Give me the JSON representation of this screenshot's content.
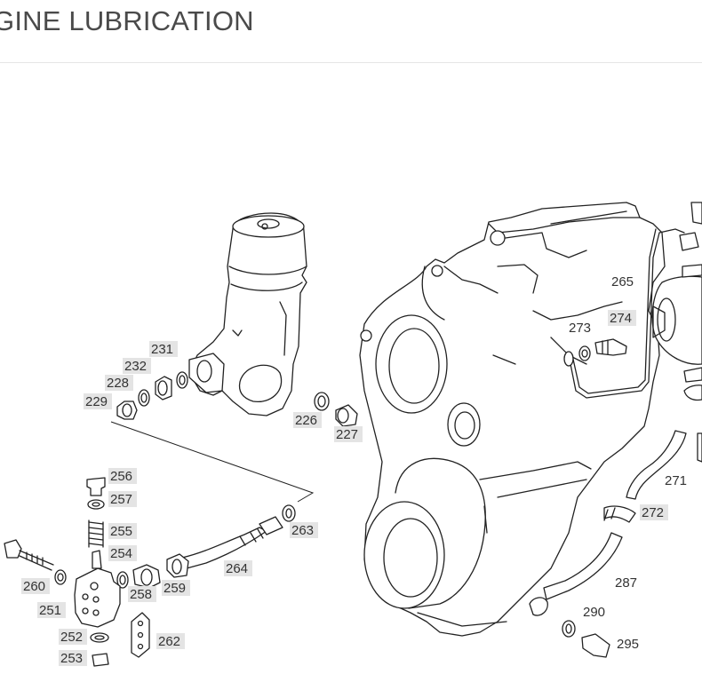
{
  "page": {
    "title": "GINE LUBRICATION"
  },
  "callouts": [
    {
      "id": "c231",
      "text": "231",
      "highlighted": true
    },
    {
      "id": "c232",
      "text": "232",
      "highlighted": true
    },
    {
      "id": "c228",
      "text": "228",
      "highlighted": true
    },
    {
      "id": "c229",
      "text": "229",
      "highlighted": true
    },
    {
      "id": "c226",
      "text": "226",
      "highlighted": true
    },
    {
      "id": "c227",
      "text": "227",
      "highlighted": true
    },
    {
      "id": "c256",
      "text": "256",
      "highlighted": true
    },
    {
      "id": "c257",
      "text": "257",
      "highlighted": true
    },
    {
      "id": "c255",
      "text": "255",
      "highlighted": true
    },
    {
      "id": "c254",
      "text": "254",
      "highlighted": true
    },
    {
      "id": "c260",
      "text": "260",
      "highlighted": true
    },
    {
      "id": "c258",
      "text": "258",
      "highlighted": true
    },
    {
      "id": "c259",
      "text": "259",
      "highlighted": true
    },
    {
      "id": "c251",
      "text": "251",
      "highlighted": true
    },
    {
      "id": "c252",
      "text": "252",
      "highlighted": true
    },
    {
      "id": "c262",
      "text": "262",
      "highlighted": true
    },
    {
      "id": "c253",
      "text": "253",
      "highlighted": true
    },
    {
      "id": "c263",
      "text": "263",
      "highlighted": true
    },
    {
      "id": "c264",
      "text": "264",
      "highlighted": true
    },
    {
      "id": "c265",
      "text": "265",
      "highlighted": false
    },
    {
      "id": "c273",
      "text": "273",
      "highlighted": false
    },
    {
      "id": "c274",
      "text": "274",
      "highlighted": true
    },
    {
      "id": "c271",
      "text": "271",
      "highlighted": false
    },
    {
      "id": "c272",
      "text": "272",
      "highlighted": true
    },
    {
      "id": "c287",
      "text": "287",
      "highlighted": false
    },
    {
      "id": "c290",
      "text": "290",
      "highlighted": false
    },
    {
      "id": "c295",
      "text": "295",
      "highlighted": false
    }
  ],
  "colors": {
    "label_highlight": "#e4e4e4",
    "ink": "#222222",
    "title": "#4a4a4a"
  }
}
